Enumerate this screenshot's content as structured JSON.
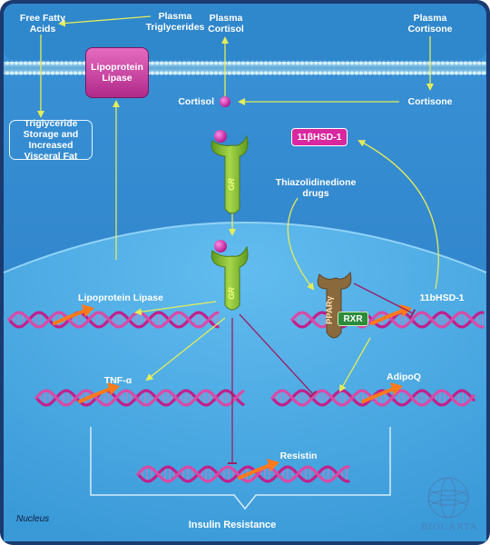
{
  "labels": {
    "free_fatty_acids": "Free Fatty\nAcids",
    "plasma_triglycerides": "Plasma\nTriglycerides",
    "plasma_cortisol": "Plasma\nCortisol",
    "plasma_cortisone": "Plasma\nCortisone",
    "lipoprotein_lipase_box": "Lipoprotein\nLipase",
    "cortisol": "Cortisol",
    "cortisone": "Cortisone",
    "triglyceride_storage": "Triglyceride\nStorage and\nIncreased\nVisceral Fat",
    "hsd_box": "11βHSD-1",
    "gr_top": "GR",
    "gr_bottom": "GR",
    "thiazolidinedione": "Thiazolidinedione\ndrugs",
    "lipoprotein_lipase_gene": "Lipoprotein Lipase",
    "ppar": "PPARγ",
    "rxr": "RXR",
    "hsd_gene": "11bHSD-1",
    "tnf": "TNF-α",
    "adipoq": "AdipoQ",
    "resistin": "Resistin",
    "nucleus": "Nucleus",
    "insulin_resistance": "Insulin Resistance",
    "logo": "BIOCARTA"
  },
  "colors": {
    "border": "#1a3a70",
    "cytoplasm": "#2f87cc",
    "nucleus": "#4aa8e6",
    "membrane": "#7fc4ea",
    "arrow": "#e4ec5a",
    "inhibit": "#9a1f63",
    "dna_a": "#c0208c",
    "dna_b": "#d84aa6",
    "transcript": "#ff7a1a",
    "lipase": "#c2399a",
    "cortisol_ball": "#cc2aa8",
    "gr_receptor": "#78b52e",
    "ppar_receptor": "#8a6a3c",
    "rxr": "#2c8c3c"
  }
}
